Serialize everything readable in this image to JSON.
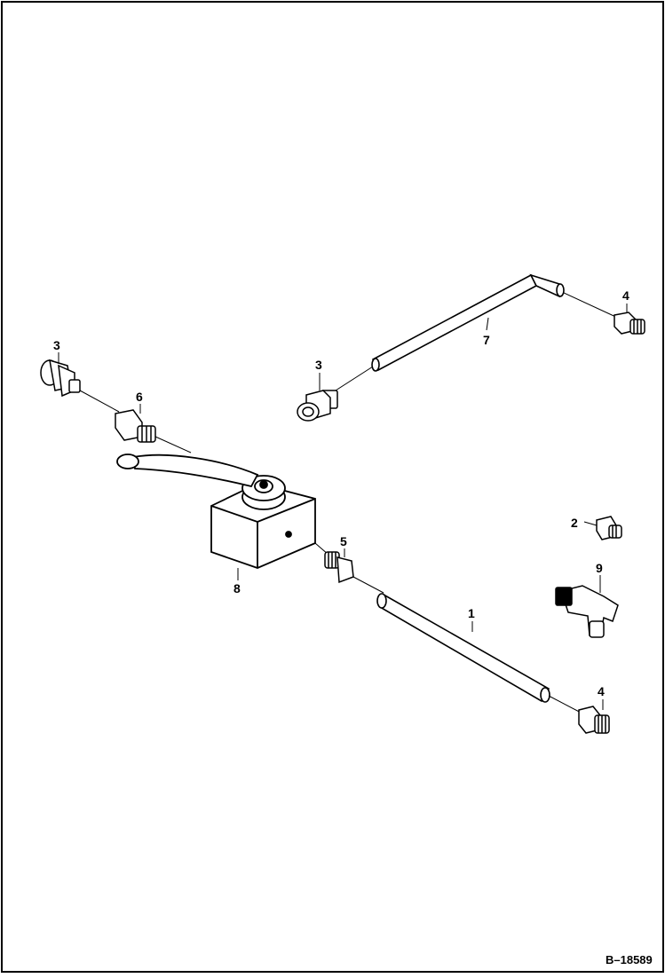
{
  "callouts": {
    "c1": "1",
    "c2": "2",
    "c3a": "3",
    "c3b": "3",
    "c4a": "4",
    "c4b": "4",
    "c5": "5",
    "c6": "6",
    "c7": "7",
    "c8": "8",
    "c9": "9"
  },
  "figure_number": "B–18589"
}
